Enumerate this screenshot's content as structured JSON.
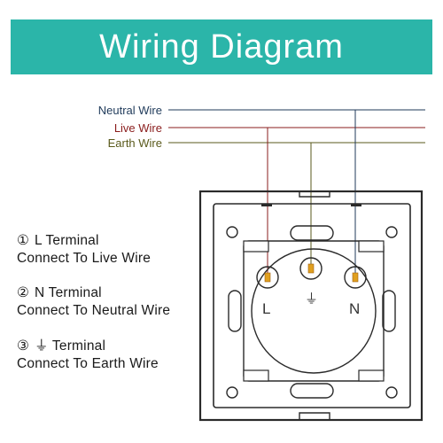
{
  "header": {
    "title": "Wiring Diagram"
  },
  "wires": [
    {
      "label": "Neutral Wire",
      "color": "#1f3a5a"
    },
    {
      "label": "Live Wire",
      "color": "#8a1c1c"
    },
    {
      "label": "Earth Wire",
      "color": "#5a5a1c"
    }
  ],
  "terminals": [
    {
      "marker": "①",
      "title": "L Terminal",
      "desc": "Connect To Live Wire"
    },
    {
      "marker": "②",
      "title": "N Terminal",
      "desc": "Connect To Neutral Wire"
    },
    {
      "marker": "③",
      "title": "⏚ Terminal",
      "desc": "Connect To Earth Wire"
    }
  ],
  "panel": {
    "left_label": "L",
    "right_label": "N",
    "earth_symbol": "⏚"
  }
}
